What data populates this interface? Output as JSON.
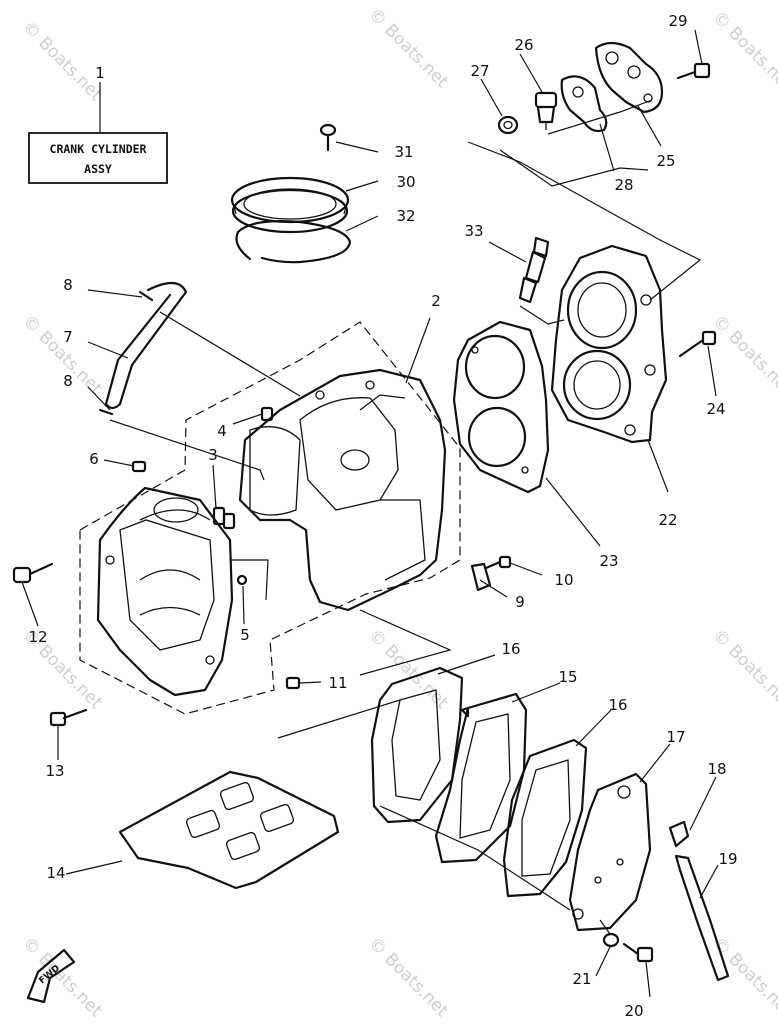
{
  "title_box": {
    "line1": "CRANK CYLINDER",
    "line2": "ASSY"
  },
  "fwd_label": "FWD",
  "watermark": "© Boats.net",
  "callouts": {
    "c1": "1",
    "c2": "2",
    "c3": "3",
    "c4": "4",
    "c5": "5",
    "c6": "6",
    "c7": "7",
    "c8a": "8",
    "c8b": "8",
    "c9": "9",
    "c10": "10",
    "c11": "11",
    "c12": "12",
    "c13": "13",
    "c14": "14",
    "c15": "15",
    "c16a": "16",
    "c16b": "16",
    "c17": "17",
    "c18": "18",
    "c19": "19",
    "c20": "20",
    "c21": "21",
    "c22": "22",
    "c23": "23",
    "c24": "24",
    "c25": "25",
    "c26": "26",
    "c27": "27",
    "c28": "28",
    "c29": "29",
    "c30": "30",
    "c31": "31",
    "c32": "32",
    "c33": "33"
  }
}
